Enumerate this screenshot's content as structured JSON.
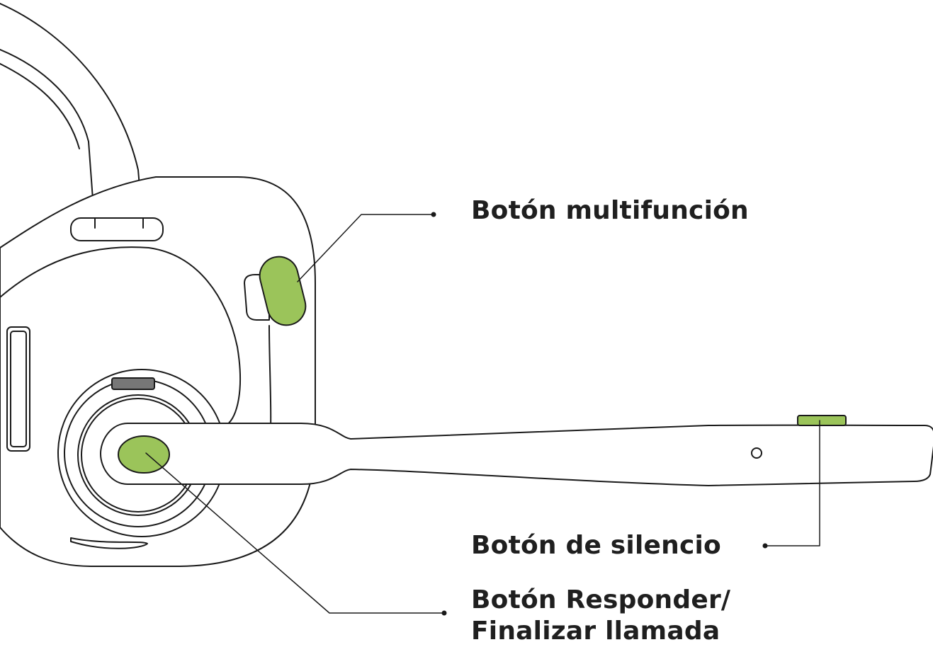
{
  "labels": {
    "multifunction_button": "Botón multifunción",
    "mute_button": "Botón de silencio",
    "answer_end_line1": "Botón Responder/",
    "answer_end_line2": "Finalizar llamada"
  },
  "colors": {
    "button_highlight": "#9bc45a",
    "mute_indicator": "#777777",
    "outline": "#1a1a1a",
    "text": "#1f1f1f"
  },
  "icons": {
    "microphone_hole": "mic-hole-icon"
  }
}
